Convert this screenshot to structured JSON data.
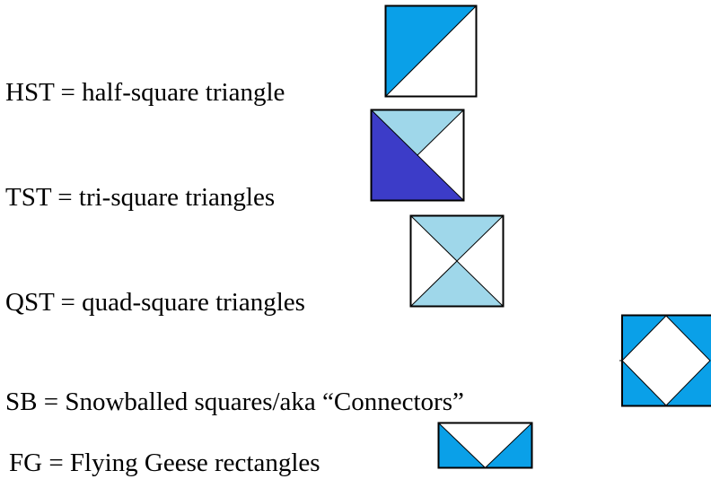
{
  "definitions": [
    {
      "text": "HST = half-square triangle",
      "block": "half-square triangle"
    },
    {
      "text": "TST = tri-square triangles",
      "block": "tri-square triangle"
    },
    {
      "text": "QST = quad-square triangles",
      "block": "quad-square triangle"
    },
    {
      "text": "SB = Snowballed squares/aka “Connectors”",
      "block": "snowballed square"
    },
    {
      "text": "FG = Flying Geese rectangles",
      "block": "flying geese"
    }
  ],
  "colors": {
    "bright_blue": "#0aa0e8",
    "light_blue": "#9fd7ea",
    "dark_blue": "#3c3cc8",
    "white": "#ffffff",
    "outline": "#000000"
  }
}
